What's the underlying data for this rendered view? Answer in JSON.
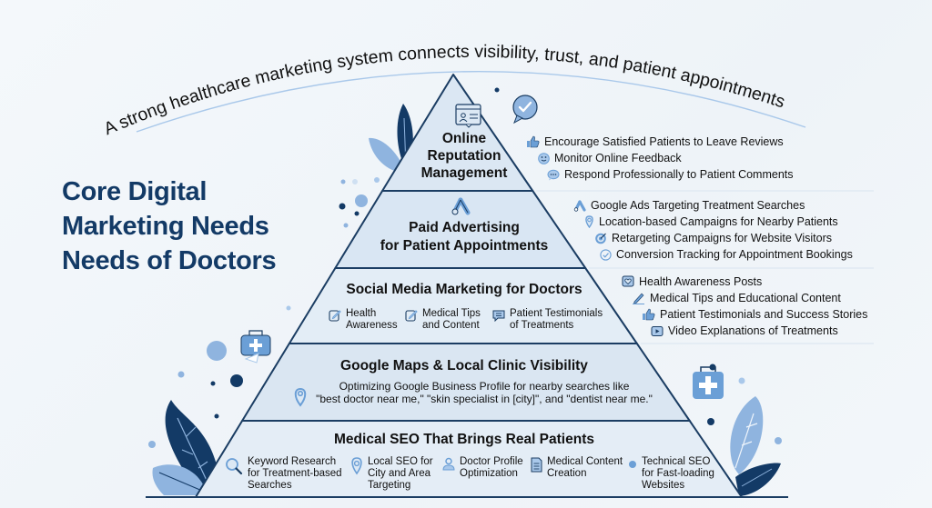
{
  "arc_caption": "A strong healthcare marketing system connects visibility, trust, and patient appointments",
  "main_title": [
    "Core Digital",
    "Marketing Needs",
    "Needs of Doctors"
  ],
  "colors": {
    "navy": "#133a66",
    "outline": "#1b3d63",
    "tier_fill": "#dce8f4",
    "accent_blue": "#6b9fd6",
    "light_blue": "#a9c8ea",
    "background": "#f2f6f9"
  },
  "pyramid": {
    "tiers": [
      {
        "id": "reputation",
        "title_lines": [
          "Online",
          "Reputation",
          "Management"
        ],
        "icon": "profile-window-icon",
        "side_items": [
          {
            "icon": "thumbs-up-icon",
            "label": "Encourage Satisfied Patients to Leave Reviews"
          },
          {
            "icon": "monitor-face-icon",
            "label": "Monitor Online Feedback"
          },
          {
            "icon": "chat-bubble-icon",
            "label": "Respond Professionally to Patient Comments"
          }
        ]
      },
      {
        "id": "paid-ads",
        "title_lines": [
          "Paid Advertising",
          "for Patient Appointments"
        ],
        "icon": "google-ads-icon",
        "side_items": [
          {
            "icon": "google-ads-icon",
            "label": "Google Ads Targeting Treatment Searches"
          },
          {
            "icon": "location-pin-icon",
            "label": "Location-based Campaigns for Nearby Patients"
          },
          {
            "icon": "target-icon",
            "label": "Retargeting Campaigns for Website Visitors"
          },
          {
            "icon": "check-circle-icon",
            "label": "Conversion Tracking for Appointment Bookings"
          }
        ]
      },
      {
        "id": "social-media",
        "title_lines": [
          "Social Media Marketing for Doctors"
        ],
        "sub_items": [
          {
            "icon": "edit-icon",
            "lines": [
              "Health",
              "Awareness"
            ]
          },
          {
            "icon": "edit-icon",
            "lines": [
              "Medical Tips",
              "and Content"
            ]
          },
          {
            "icon": "message-icon",
            "lines": [
              "Patient Testimonials",
              "of Treatments"
            ]
          }
        ],
        "side_items": [
          {
            "icon": "heart-post-icon",
            "label": "Health Awareness Posts"
          },
          {
            "icon": "pen-icon",
            "label": "Medical Tips and Educational Content"
          },
          {
            "icon": "thumbs-up-icon",
            "label": "Patient Testimonials and Success Stories"
          },
          {
            "icon": "video-play-icon",
            "label": "Video Explanations of Treatments"
          }
        ]
      },
      {
        "id": "google-maps",
        "title_lines": [
          "Google Maps & Local Clinic Visibility"
        ],
        "description_lines": [
          "Optimizing Google Business Profile for nearby searches like",
          "\"best doctor near me,\" \"skin specialist in [city]\", and \"dentist near me.\""
        ],
        "icon": "location-pin-icon"
      },
      {
        "id": "medical-seo",
        "title_lines": [
          "Medical SEO That Brings Real Patients"
        ],
        "sub_items": [
          {
            "icon": "search-icon",
            "lines": [
              "Keyword Research",
              "for Treatment-based",
              "Searches"
            ]
          },
          {
            "icon": "location-pin-icon",
            "lines": [
              "Local SEO for",
              "City and Area",
              "Targeting"
            ]
          },
          {
            "icon": "user-icon",
            "lines": [
              "Doctor Profile",
              "Optimization"
            ]
          },
          {
            "icon": "document-icon",
            "lines": [
              "Medical Content",
              "Creation"
            ]
          },
          {
            "icon": "dot-icon",
            "lines": [
              "Technical SEO",
              "for Fast-loading",
              "Websites"
            ]
          }
        ]
      }
    ]
  }
}
